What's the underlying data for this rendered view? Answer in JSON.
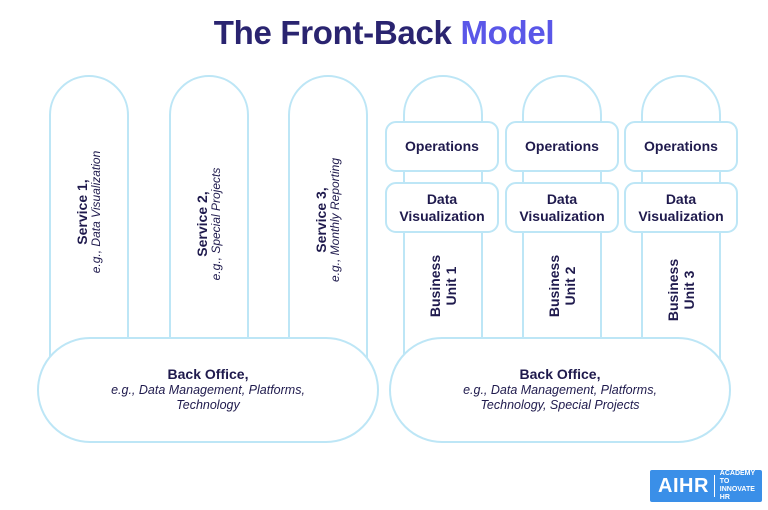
{
  "title": {
    "prefix": "The Front-Back ",
    "accent": "Model"
  },
  "left": {
    "services": [
      {
        "name": "Service 1,",
        "example": "e.g., Data Visualization"
      },
      {
        "name": "Service 2,",
        "example": "e.g., Special Projects"
      },
      {
        "name": "Service 3,",
        "example": "e.g., Monthly Reporting"
      }
    ],
    "back_office": {
      "title": "Back Office,",
      "line1": "e.g., Data Management, Platforms,",
      "line2": "Technology"
    }
  },
  "right": {
    "units": [
      {
        "operations": "Operations",
        "data_viz_line1": "Data",
        "data_viz_line2": "Visualization",
        "unit_line1": "Business",
        "unit_line2": "Unit 1"
      },
      {
        "operations": "Operations",
        "data_viz_line1": "Data",
        "data_viz_line2": "Visualization",
        "unit_line1": "Business",
        "unit_line2": "Unit 2"
      },
      {
        "operations": "Operations",
        "data_viz_line1": "Data",
        "data_viz_line2": "Visualization",
        "unit_line1": "Business",
        "unit_line2": "Unit 3"
      }
    ],
    "back_office": {
      "title": "Back Office,",
      "line1": "e.g., Data Management, Platforms,",
      "line2": "Technology, Special Projects"
    }
  },
  "logo": {
    "mark": "AIHR",
    "tag_line1": "ACADEMY TO",
    "tag_line2": "INNOVATE HR"
  },
  "colors": {
    "outline": "#bde6f6",
    "title": "#2a2470",
    "accent": "#5a57e8",
    "logo": "#3a8fe8"
  }
}
